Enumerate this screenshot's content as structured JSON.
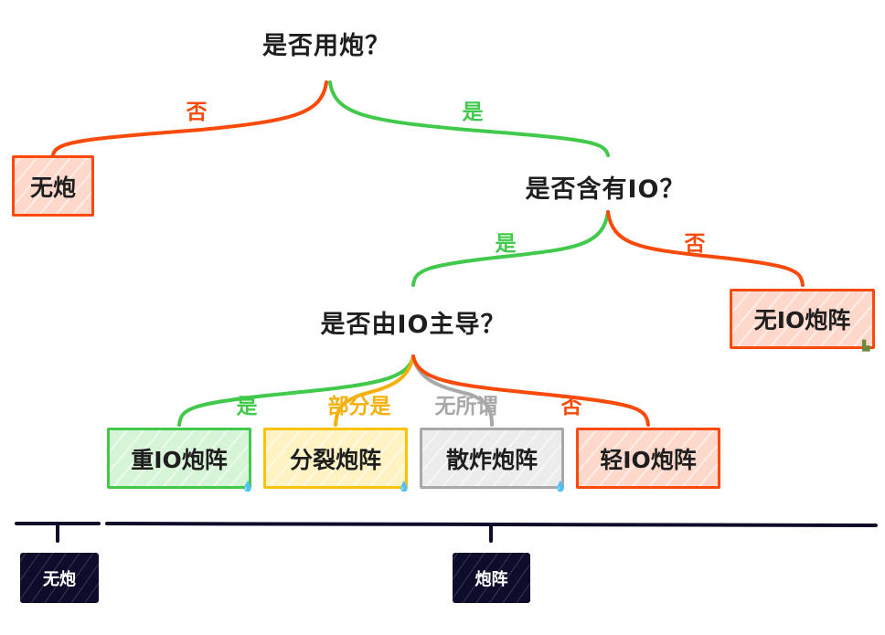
{
  "questions": {
    "use_cannon": "是否用炮？",
    "has_io": "是否含有IO？",
    "io_dominant": "是否由IO主导？"
  },
  "edge_labels": {
    "no_cannon": "否",
    "yes_cannon": "是",
    "yes_io": "是",
    "no_io": "否",
    "heavy": "是",
    "split": "部分是",
    "scatter": "无所谓",
    "light": "否"
  },
  "results": {
    "no_cannon": "无炮",
    "no_io": "无IO炮阵",
    "heavy_io": "重IO炮阵",
    "split": "分裂炮阵",
    "scatter": "散炸炮阵",
    "light_io": "轻IO炮阵"
  },
  "timeline": {
    "left": "无炮",
    "right": "炮阵"
  },
  "colors": {
    "yes": "#40c94a",
    "no": "#fa4a0a",
    "partial": "#f5b00a",
    "neutral": "#a8a8a8",
    "dark": "#0d0d2b"
  }
}
